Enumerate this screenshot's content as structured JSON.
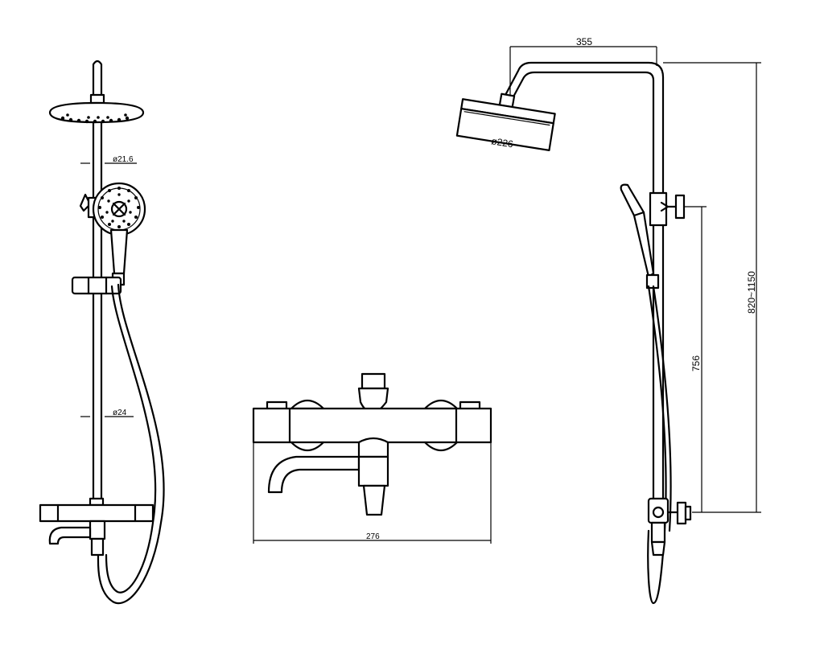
{
  "dimensions": {
    "pipe_diameter": "ø21.6",
    "rail_diameter": "ø24",
    "head_diameter": "ø226",
    "arm_reach": "355",
    "total_height": "820~1150",
    "bracket_spacing": "756",
    "mixer_width": "276"
  },
  "colors": {
    "line": "#000000",
    "background": "#ffffff"
  }
}
